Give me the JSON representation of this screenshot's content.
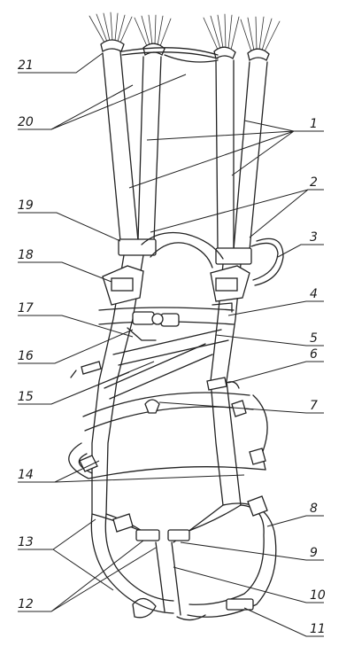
{
  "diagram": {
    "subject": "parachute-harness",
    "ink_color": "#222222",
    "callouts": [
      {
        "id": "c1",
        "label": "1"
      },
      {
        "id": "c2",
        "label": "2"
      },
      {
        "id": "c3",
        "label": "3"
      },
      {
        "id": "c4",
        "label": "4"
      },
      {
        "id": "c5",
        "label": "5"
      },
      {
        "id": "c6",
        "label": "6"
      },
      {
        "id": "c7",
        "label": "7"
      },
      {
        "id": "c8",
        "label": "8"
      },
      {
        "id": "c9",
        "label": "9"
      },
      {
        "id": "c10",
        "label": "10"
      },
      {
        "id": "c11",
        "label": "11"
      },
      {
        "id": "c12",
        "label": "12"
      },
      {
        "id": "c13",
        "label": "13"
      },
      {
        "id": "c14",
        "label": "14"
      },
      {
        "id": "c15",
        "label": "15"
      },
      {
        "id": "c16",
        "label": "16"
      },
      {
        "id": "c17",
        "label": "17"
      },
      {
        "id": "c18",
        "label": "18"
      },
      {
        "id": "c19",
        "label": "19"
      },
      {
        "id": "c20",
        "label": "20"
      },
      {
        "id": "c21",
        "label": "21"
      }
    ]
  }
}
